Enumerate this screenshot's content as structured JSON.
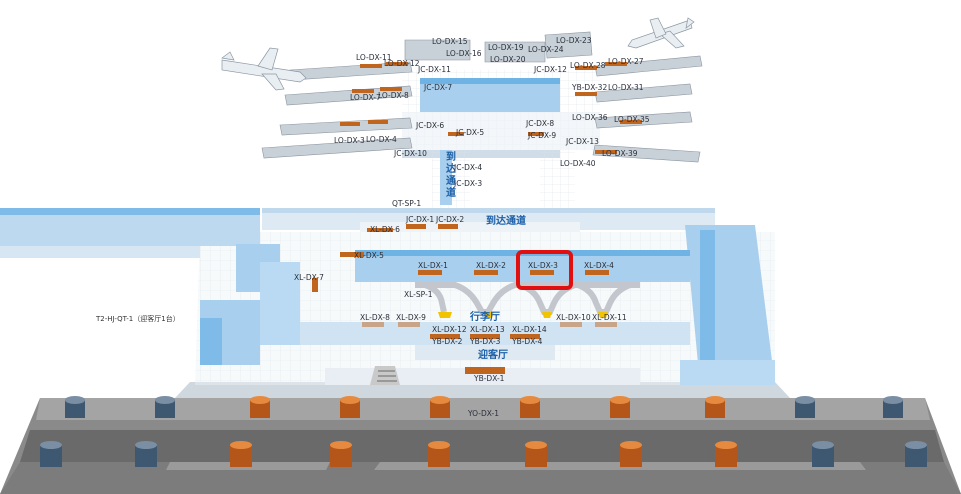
{
  "colors": {
    "floor": "#eef3f7",
    "wall": "#a9cfee",
    "wall_dark": "#6fb2e4",
    "device": "#c0651d",
    "highlight": "#e01010",
    "bollard_blue": "#3f5872",
    "road": "#5a5a5a"
  },
  "side_label": "T2-HJ-QT-1（迎客厅1台）",
  "zones": {
    "arrival_corridor_top": "到达通道",
    "arrival_corridor_mid": "到达通道",
    "baggage_hall": "行李厅",
    "greeting_hall": "迎客厅"
  },
  "highlighted_device": "XL-DX-3",
  "device_labels": [
    "LO-DX-15",
    "LO-DX-16",
    "LO-DX-19",
    "LO-DX-20",
    "LO-DX-23",
    "LO-DX-24",
    "LO-DX-11",
    "LO-DX-12",
    "JC-DX-11",
    "JC-DX-12",
    "LO-DX-28",
    "LO-DX-27",
    "JC-DX-7",
    "LO-DX-7",
    "LO-DX-8",
    "YB-DX-32",
    "LO-DX-31",
    "JC-DX-6",
    "JC-DX-5",
    "JC-DX-8",
    "JC-DX-9",
    "LO-DX-36",
    "LO-DX-35",
    "LO-DX-3",
    "LO-DX-4",
    "JC-DX-13",
    "JC-DX-10",
    "LO-DX-39",
    "LO-DX-40",
    "JC-DX-4",
    "JC-DX-3",
    "QT-SP-1",
    "JC-DX-1",
    "JC-DX-2",
    "XL-DX-6",
    "XL-DX-5",
    "XL-DX-7",
    "XL-DX-1",
    "XL-DX-2",
    "XL-DX-3",
    "XL-DX-4",
    "XL-SP-1",
    "XL-DX-8",
    "XL-DX-9",
    "XL-DX-10",
    "XL-DX-11",
    "XL-DX-12",
    "XL-DX-13",
    "XL-DX-14",
    "YB-DX-2",
    "YB-DX-3",
    "YB-DX-4",
    "YB-DX-1",
    "YO-DX-1"
  ]
}
